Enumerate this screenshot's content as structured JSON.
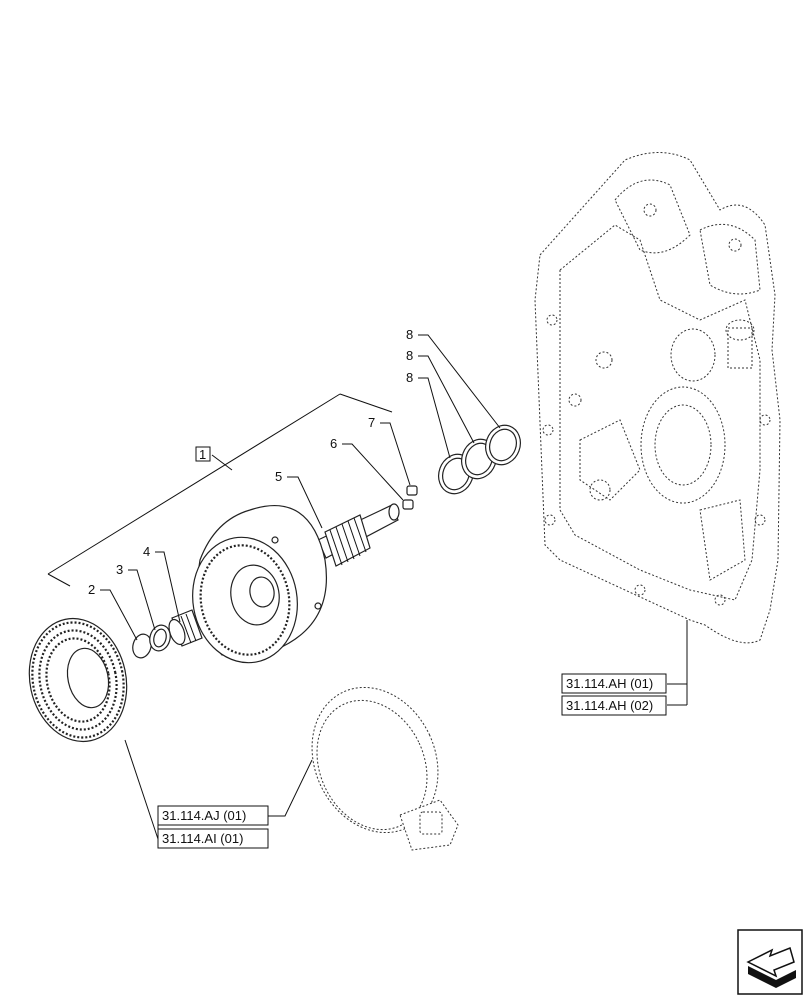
{
  "callouts": {
    "c1": "1",
    "c2": "2",
    "c3": "3",
    "c4": "4",
    "c5": "5",
    "c6": "6",
    "c7": "7",
    "c8a": "8",
    "c8b": "8",
    "c8c": "8"
  },
  "references": {
    "ah01": "31.114.AH (01)",
    "ah02": "31.114.AH (02)",
    "aj01": "31.114.AJ (01)",
    "ai01": "31.114.AI (01)"
  },
  "nav_icon": "next-page-arrow-icon"
}
